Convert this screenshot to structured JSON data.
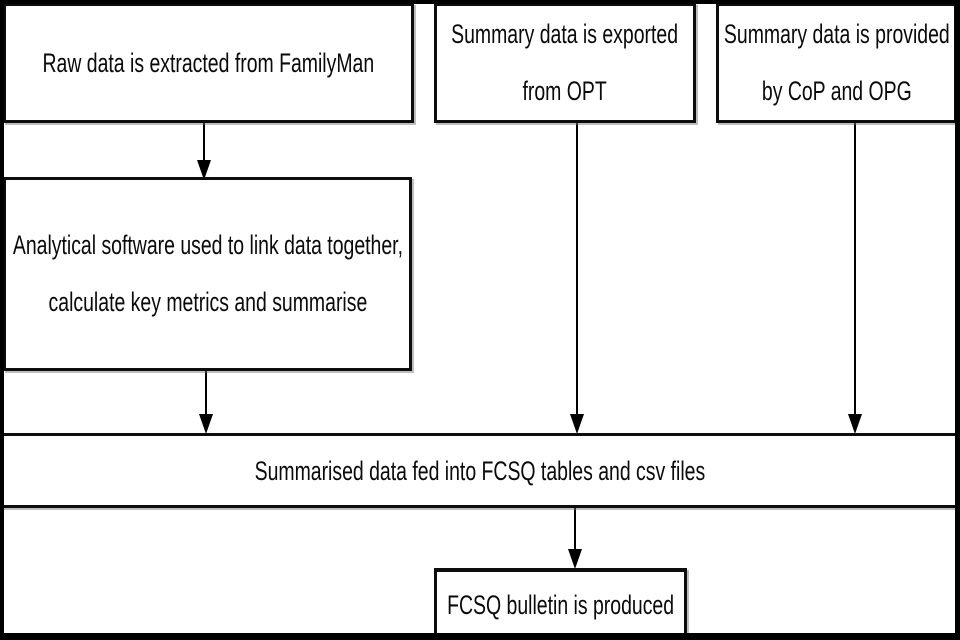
{
  "diagram": {
    "type": "flowchart",
    "background_color": "#ffffff",
    "border_color": "#000000",
    "node_fill_color": "#ffffff",
    "node_border_color": "#0d0d0d",
    "text_color": "#0a0a0a",
    "arrow_color": "#000000",
    "nodes": [
      {
        "id": "familyman",
        "label": "Raw data is extracted from FamilyMan",
        "lines": [
          "Raw data is extracted from FamilyMan"
        ]
      },
      {
        "id": "opt",
        "label": "Summary data is exported from OPT",
        "lines": [
          "Summary data is exported",
          "from OPT"
        ]
      },
      {
        "id": "cop_opg",
        "label": "Summary data is provided by CoP and OPG",
        "lines": [
          "Summary data is provided",
          "by CoP and OPG"
        ]
      },
      {
        "id": "analytical_software",
        "label": "Analytical software used to link data together, calculate key metrics and summarise",
        "lines": [
          "Analytical software used to link data together,",
          "calculate key metrics and summarise"
        ]
      },
      {
        "id": "fcsq_tables",
        "label": "Summarised data fed into FCSQ tables and csv files",
        "lines": [
          "Summarised data fed into FCSQ tables and csv files"
        ]
      },
      {
        "id": "fcsq_bulletin",
        "label": "FCSQ bulletin is produced",
        "lines": [
          "FCSQ bulletin is produced"
        ]
      }
    ],
    "edges": [
      {
        "from": "familyman",
        "to": "analytical_software"
      },
      {
        "from": "analytical_software",
        "to": "fcsq_tables"
      },
      {
        "from": "opt",
        "to": "fcsq_tables"
      },
      {
        "from": "cop_opg",
        "to": "fcsq_tables"
      },
      {
        "from": "fcsq_tables",
        "to": "fcsq_bulletin"
      }
    ]
  }
}
